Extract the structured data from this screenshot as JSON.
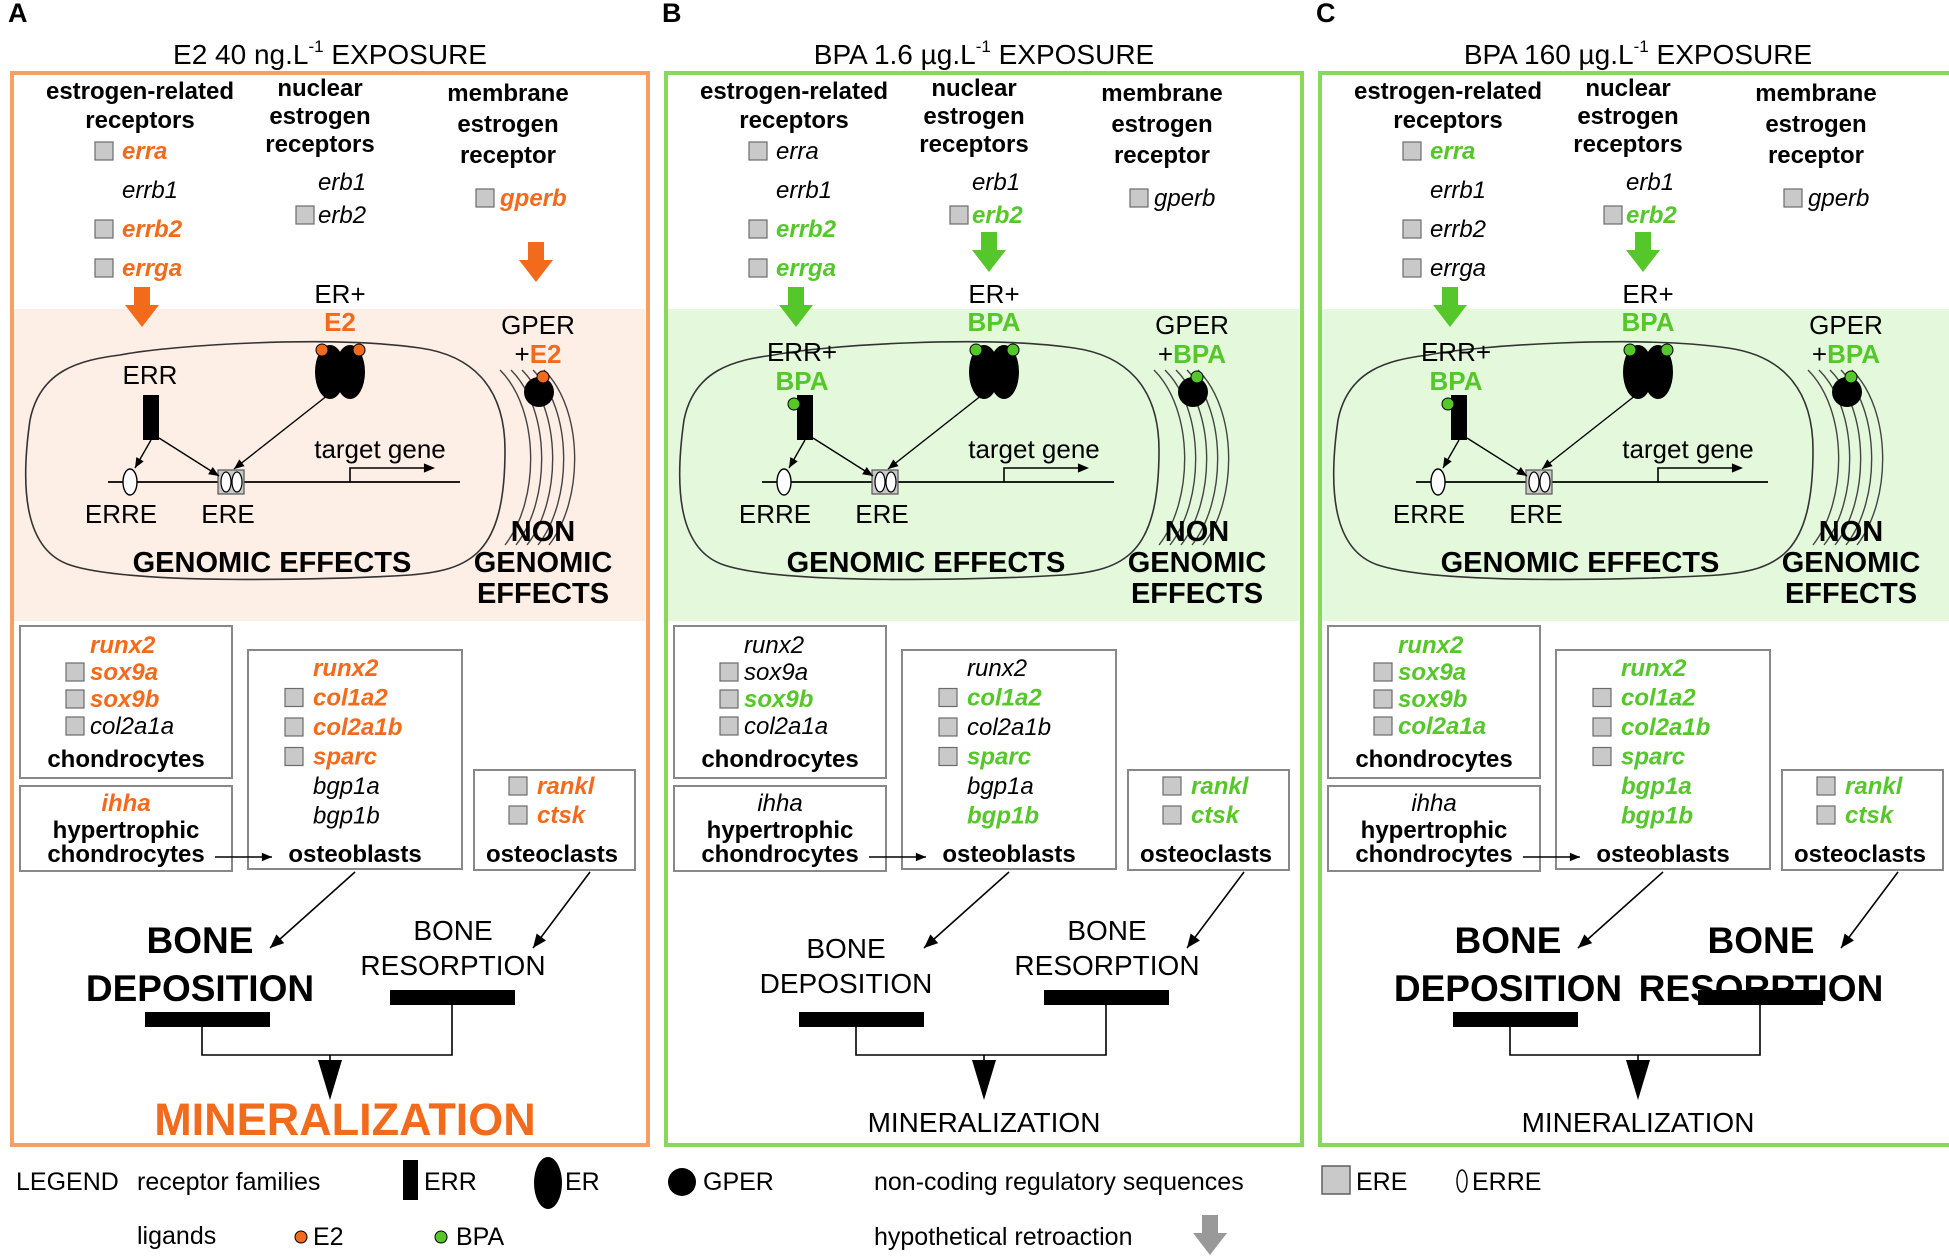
{
  "colors": {
    "orange": "#f26a1b",
    "orange_border": "#f7a063",
    "orange_bg": "#fdeee6",
    "green": "#56c72a",
    "green_border": "#8ad85a",
    "green_bg": "#e4f9dc",
    "ere_gray": "#c9c9c9",
    "retro_gray": "#999999"
  },
  "panels": [
    {
      "letter": "A",
      "title": "E2 40 ng.L-1 EXPOSURE",
      "title_pre": "E2 40 ng.L",
      "title_sup": "-1",
      "title_post": " EXPOSURE",
      "theme": "orange",
      "headers": {
        "err": [
          "estrogen-related",
          "receptors"
        ],
        "ner": [
          "nuclear",
          "estrogen",
          "receptors"
        ],
        "mer": [
          "membrane",
          "estrogen",
          "receptor"
        ]
      },
      "err_genes": [
        {
          "name": "erra",
          "box": true,
          "hl": true
        },
        {
          "name": "errb1",
          "box": false,
          "hl": false
        },
        {
          "name": "errb2",
          "box": true,
          "hl": true
        },
        {
          "name": "errga",
          "box": true,
          "hl": true
        }
      ],
      "ner_genes": [
        {
          "name": "erb1",
          "box": false,
          "hl": false
        },
        {
          "name": "erb2",
          "box": true,
          "hl": false
        }
      ],
      "mer_genes": [
        {
          "name": "gperb",
          "box": true,
          "hl": true
        }
      ],
      "arrows": {
        "err": true,
        "ner": false,
        "mer": true
      },
      "err_ligand": false,
      "ligand": "E2",
      "err_label": "ERR",
      "err_ligand_label": "ERR+",
      "er_label": "ER+",
      "gper_label": "GPER",
      "gper_plus": "+",
      "target_gene": "target gene",
      "erre_label": "ERRE",
      "ere_label": "ERE",
      "genomic": "GENOMIC EFFECTS",
      "non_genomic": [
        "NON",
        "GENOMIC",
        "EFFECTS"
      ],
      "chondro_genes": [
        {
          "name": "runx2",
          "box": false,
          "hl": true
        },
        {
          "name": "sox9a",
          "box": true,
          "hl": true
        },
        {
          "name": "sox9b",
          "box": true,
          "hl": true
        },
        {
          "name": "col2a1a",
          "box": true,
          "hl": false
        }
      ],
      "chondro_label": "chondrocytes",
      "ihha": {
        "name": "ihha",
        "hl": true
      },
      "hyper_label": [
        "hypertrophic",
        "chondrocytes"
      ],
      "osteoblast_genes": [
        {
          "name": "runx2",
          "box": false,
          "hl": true
        },
        {
          "name": "col1a2",
          "box": true,
          "hl": true
        },
        {
          "name": "col2a1b",
          "box": true,
          "hl": true
        },
        {
          "name": "sparc",
          "box": true,
          "hl": true
        },
        {
          "name": "bgp1a",
          "box": false,
          "hl": false
        },
        {
          "name": "bgp1b",
          "box": false,
          "hl": false
        }
      ],
      "osteoblast_label": "osteoblasts",
      "osteoclast_genes": [
        {
          "name": "rankl",
          "box": true,
          "hl": true
        },
        {
          "name": "ctsk",
          "box": true,
          "hl": true
        }
      ],
      "osteoclast_label": "osteoclasts",
      "deposition": [
        "BONE",
        "DEPOSITION"
      ],
      "deposition_big": true,
      "resorption": [
        "BONE",
        "RESORPTION"
      ],
      "resorption_big": false,
      "mineralization": "MINERALIZATION",
      "mineral_big": true
    },
    {
      "letter": "B",
      "title": "BPA 1.6 µg.L-1 EXPOSURE",
      "title_pre": "BPA 1.6 µg.L",
      "title_sup": "-1",
      "title_post": " EXPOSURE",
      "theme": "green",
      "headers": {
        "err": [
          "estrogen-related",
          "receptors"
        ],
        "ner": [
          "nuclear",
          "estrogen",
          "receptors"
        ],
        "mer": [
          "membrane",
          "estrogen",
          "receptor"
        ]
      },
      "err_genes": [
        {
          "name": "erra",
          "box": true,
          "hl": false
        },
        {
          "name": "errb1",
          "box": false,
          "hl": false
        },
        {
          "name": "errb2",
          "box": true,
          "hl": true
        },
        {
          "name": "errga",
          "box": true,
          "hl": true
        }
      ],
      "ner_genes": [
        {
          "name": "erb1",
          "box": false,
          "hl": false
        },
        {
          "name": "erb2",
          "box": true,
          "hl": true
        }
      ],
      "mer_genes": [
        {
          "name": "gperb",
          "box": true,
          "hl": false
        }
      ],
      "arrows": {
        "err": true,
        "ner": true,
        "mer": false
      },
      "err_ligand": true,
      "ligand": "BPA",
      "err_label": "ERR",
      "err_ligand_label": "ERR+",
      "er_label": "ER+",
      "gper_label": "GPER",
      "gper_plus": "+",
      "target_gene": "target gene",
      "erre_label": "ERRE",
      "ere_label": "ERE",
      "genomic": "GENOMIC EFFECTS",
      "non_genomic": [
        "NON",
        "GENOMIC",
        "EFFECTS"
      ],
      "chondro_genes": [
        {
          "name": "runx2",
          "box": false,
          "hl": false
        },
        {
          "name": "sox9a",
          "box": true,
          "hl": false
        },
        {
          "name": "sox9b",
          "box": true,
          "hl": true
        },
        {
          "name": "col2a1a",
          "box": true,
          "hl": false
        }
      ],
      "chondro_label": "chondrocytes",
      "ihha": {
        "name": "ihha",
        "hl": false
      },
      "hyper_label": [
        "hypertrophic",
        "chondrocytes"
      ],
      "osteoblast_genes": [
        {
          "name": "runx2",
          "box": false,
          "hl": false
        },
        {
          "name": "col1a2",
          "box": true,
          "hl": true
        },
        {
          "name": "col2a1b",
          "box": true,
          "hl": false
        },
        {
          "name": "sparc",
          "box": true,
          "hl": true
        },
        {
          "name": "bgp1a",
          "box": false,
          "hl": false
        },
        {
          "name": "bgp1b",
          "box": false,
          "hl": true
        }
      ],
      "osteoblast_label": "osteoblasts",
      "osteoclast_genes": [
        {
          "name": "rankl",
          "box": true,
          "hl": true
        },
        {
          "name": "ctsk",
          "box": true,
          "hl": true
        }
      ],
      "osteoclast_label": "osteoclasts",
      "deposition": [
        "BONE",
        "DEPOSITION"
      ],
      "deposition_big": false,
      "resorption": [
        "BONE",
        "RESORPTION"
      ],
      "resorption_big": false,
      "mineralization": "MINERALIZATION",
      "mineral_big": false
    },
    {
      "letter": "C",
      "title": "BPA 160 µg.L-1 EXPOSURE",
      "title_pre": "BPA 160 µg.L",
      "title_sup": "-1",
      "title_post": " EXPOSURE",
      "theme": "green",
      "headers": {
        "err": [
          "estrogen-related",
          "receptors"
        ],
        "ner": [
          "nuclear",
          "estrogen",
          "receptors"
        ],
        "mer": [
          "membrane",
          "estrogen",
          "receptor"
        ]
      },
      "err_genes": [
        {
          "name": "erra",
          "box": true,
          "hl": true
        },
        {
          "name": "errb1",
          "box": false,
          "hl": false
        },
        {
          "name": "errb2",
          "box": true,
          "hl": false
        },
        {
          "name": "errga",
          "box": true,
          "hl": false
        }
      ],
      "ner_genes": [
        {
          "name": "erb1",
          "box": false,
          "hl": false
        },
        {
          "name": "erb2",
          "box": true,
          "hl": true
        }
      ],
      "mer_genes": [
        {
          "name": "gperb",
          "box": true,
          "hl": false
        }
      ],
      "arrows": {
        "err": true,
        "ner": true,
        "mer": false
      },
      "err_ligand": true,
      "ligand": "BPA",
      "err_label": "ERR",
      "err_ligand_label": "ERR+",
      "er_label": "ER+",
      "gper_label": "GPER",
      "gper_plus": "+",
      "target_gene": "target gene",
      "erre_label": "ERRE",
      "ere_label": "ERE",
      "genomic": "GENOMIC EFFECTS",
      "non_genomic": [
        "NON",
        "GENOMIC",
        "EFFECTS"
      ],
      "chondro_genes": [
        {
          "name": "runx2",
          "box": false,
          "hl": true
        },
        {
          "name": "sox9a",
          "box": true,
          "hl": true
        },
        {
          "name": "sox9b",
          "box": true,
          "hl": true
        },
        {
          "name": "col2a1a",
          "box": true,
          "hl": true
        }
      ],
      "chondro_label": "chondrocytes",
      "ihha": {
        "name": "ihha",
        "hl": false
      },
      "hyper_label": [
        "hypertrophic",
        "chondrocytes"
      ],
      "osteoblast_genes": [
        {
          "name": "runx2",
          "box": false,
          "hl": true
        },
        {
          "name": "col1a2",
          "box": true,
          "hl": true
        },
        {
          "name": "col2a1b",
          "box": true,
          "hl": true
        },
        {
          "name": "sparc",
          "box": true,
          "hl": true
        },
        {
          "name": "bgp1a",
          "box": false,
          "hl": true
        },
        {
          "name": "bgp1b",
          "box": false,
          "hl": true
        }
      ],
      "osteoblast_label": "osteoblasts",
      "osteoclast_genes": [
        {
          "name": "rankl",
          "box": true,
          "hl": true
        },
        {
          "name": "ctsk",
          "box": true,
          "hl": true
        }
      ],
      "osteoclast_label": "osteoclasts",
      "deposition": [
        "BONE",
        "DEPOSITION"
      ],
      "deposition_big": true,
      "resorption": [
        "BONE",
        "RESORPTION"
      ],
      "resorption_big": true,
      "mineralization": "MINERALIZATION",
      "mineral_big": false
    }
  ],
  "legend": {
    "title": "LEGEND",
    "receptor_families": "receptor families",
    "err": "ERR",
    "er": "ER",
    "gper": "GPER",
    "noncoding": "non-coding regulatory sequences",
    "ere": "ERE",
    "erre": "ERRE",
    "ligands": "ligands",
    "e2": "E2",
    "bpa": "BPA",
    "retroaction": "hypothetical retroaction"
  }
}
